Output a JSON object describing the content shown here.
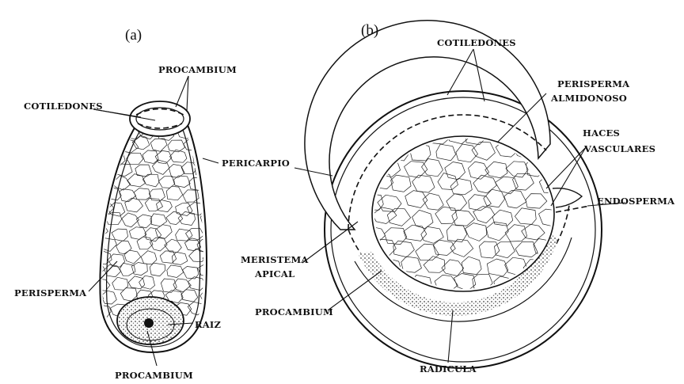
{
  "panels": {
    "a": "(a)",
    "b": "(b)"
  },
  "labels_a": {
    "procambium_top": "PROCAMBIUM",
    "cotiledones": "COTILEDONES",
    "pericarpio": "PERICARPIO",
    "perisperma": "PERISPERMA",
    "raiz": "RAIZ",
    "procambium_bottom": "PROCAMBIUM"
  },
  "labels_b": {
    "cotiledones": "COTILEDONES",
    "perisperma_line1": "PERISPERMA",
    "perisperma_line2": "ALMIDONOSO",
    "haces_line1": "HACES",
    "haces_line2": "VASCULARES",
    "endosperma": "ENDOSPERMA",
    "meristema_line1": "MERISTEMA",
    "meristema_line2": "APICAL",
    "procambium": "PROCAMBIUM",
    "radicula": "RADICULA"
  },
  "colors": {
    "ink": "#111111",
    "paper": "#ffffff",
    "stipple": "#555555"
  }
}
